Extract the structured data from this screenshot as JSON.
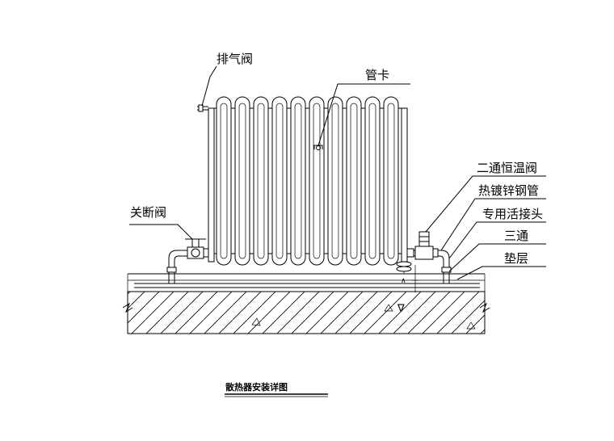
{
  "labels": {
    "air_valve": "排气阀",
    "pipe_clamp": "管卡",
    "shutoff_valve": "关断阀",
    "thermostatic_valve": "二通恒温阀",
    "galvanized_pipe": "热镀锌钢管",
    "union_joint": "专用活接头",
    "tee": "三通",
    "cushion_layer": "垫层"
  },
  "title": "散热器安装详图",
  "radiator": {
    "column_count": 10
  }
}
